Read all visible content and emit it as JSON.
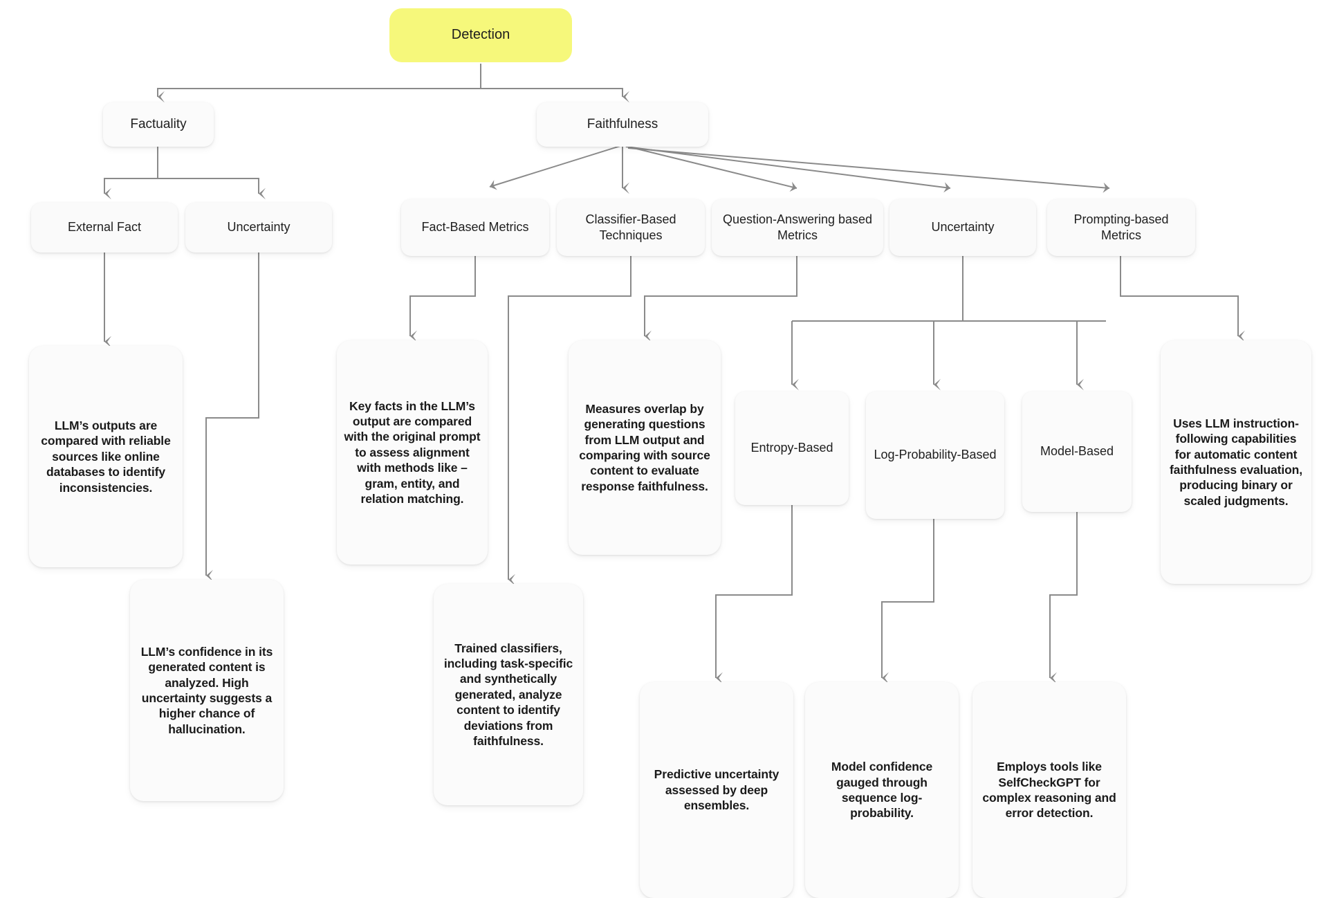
{
  "diagram": {
    "title": "Detection",
    "root": {
      "id": "detection",
      "label": "Detection",
      "color": "#f6f87b"
    },
    "level1": [
      {
        "id": "factuality",
        "label": "Factuality"
      },
      {
        "id": "faithfulness",
        "label": "Faithfulness"
      }
    ],
    "factuality_children": [
      {
        "id": "external-fact",
        "label": "External Fact"
      },
      {
        "id": "uncertainty-fact",
        "label": "Uncertainty"
      }
    ],
    "faithfulness_children": [
      {
        "id": "fact-based-metrics",
        "label": "Fact-Based Metrics"
      },
      {
        "id": "classifier-based-techniques",
        "label": "Classifier-Based Techniques"
      },
      {
        "id": "question-answering-based-metrics",
        "label": "Question-Answering based Metrics"
      },
      {
        "id": "uncertainty-faith",
        "label": "Uncertainty"
      },
      {
        "id": "prompting-based-metrics",
        "label": "Prompting-based Metrics"
      }
    ],
    "uncertainty_children": [
      {
        "id": "entropy-based",
        "label": "Entropy-Based"
      },
      {
        "id": "log-probability-based",
        "label": "Log-Probability-Based"
      },
      {
        "id": "model-based",
        "label": "Model-Based"
      }
    ],
    "descriptions": [
      {
        "id": "external-fact-desc",
        "text": "LLM’s outputs are compared with reliable sources like online databases to identify inconsistencies."
      },
      {
        "id": "uncertainty-fact-desc",
        "text": "LLM’s confidence in its generated content is analyzed. High uncertainty suggests a higher chance of hallucination."
      },
      {
        "id": "fact-based-metrics-desc",
        "text": "Key facts in the LLM’s output are compared with the original prompt to assess alignment with methods like – gram, entity, and relation matching."
      },
      {
        "id": "classifier-based-techniques-desc",
        "text": "Trained classifiers, including task-specific and synthetically generated, analyze content to identify deviations from faithfulness."
      },
      {
        "id": "question-answering-based-metrics-desc",
        "text": "Measures overlap by generating questions from LLM output and comparing with source content to evaluate response faithfulness."
      },
      {
        "id": "prompting-based-metrics-desc",
        "text": "Uses LLM instruction-following capabilities for automatic content faithfulness evaluation, producing binary or scaled judgments."
      },
      {
        "id": "entropy-based-desc",
        "text": "Predictive uncertainty assessed by deep ensembles."
      },
      {
        "id": "log-probability-based-desc",
        "text": "Model confidence gauged through sequence log-probability."
      },
      {
        "id": "model-based-desc",
        "text": "Employs tools like SelfCheckGPT for complex reasoning and error detection."
      }
    ],
    "style": {
      "edge_color": "#8a8a8a",
      "node_bg": "#f8f8f8",
      "text_color": "#1f1f1f"
    }
  }
}
